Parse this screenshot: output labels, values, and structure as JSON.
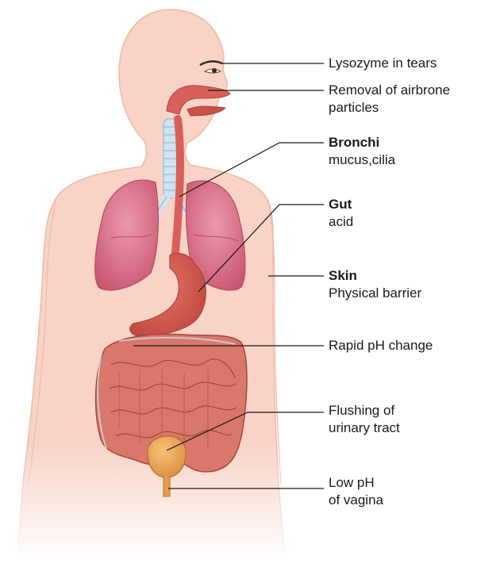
{
  "colors": {
    "skin": "#f8d3c6",
    "skin_edge": "#f0b8a8",
    "lung": "#d9677f",
    "lung_dark": "#b84a63",
    "trachea": "#cfe3f0",
    "esophagus": "#d9605a",
    "stomach": "#d2524c",
    "intestine": "#d8786a",
    "intestine_dark": "#a9463d",
    "bladder": "#e7a050",
    "label_text": "#1a1a1a"
  },
  "labels": {
    "tears": {
      "line1": "Lysozyme in tears"
    },
    "airborne": {
      "line1": "Removal of airbrone",
      "line2": "particles"
    },
    "bronchi": {
      "title": "Bronchi",
      "sub": "mucus,cilia"
    },
    "gut": {
      "title": "Gut",
      "sub": "acid"
    },
    "skin": {
      "title": "Skin",
      "sub": "Physical barrier"
    },
    "ph_change": {
      "line1": "Rapid pH change"
    },
    "urinary": {
      "line1": "Flushing of",
      "line2": "urinary tract"
    },
    "vagina": {
      "line1": "Low pH",
      "line2": "of vagina"
    }
  }
}
